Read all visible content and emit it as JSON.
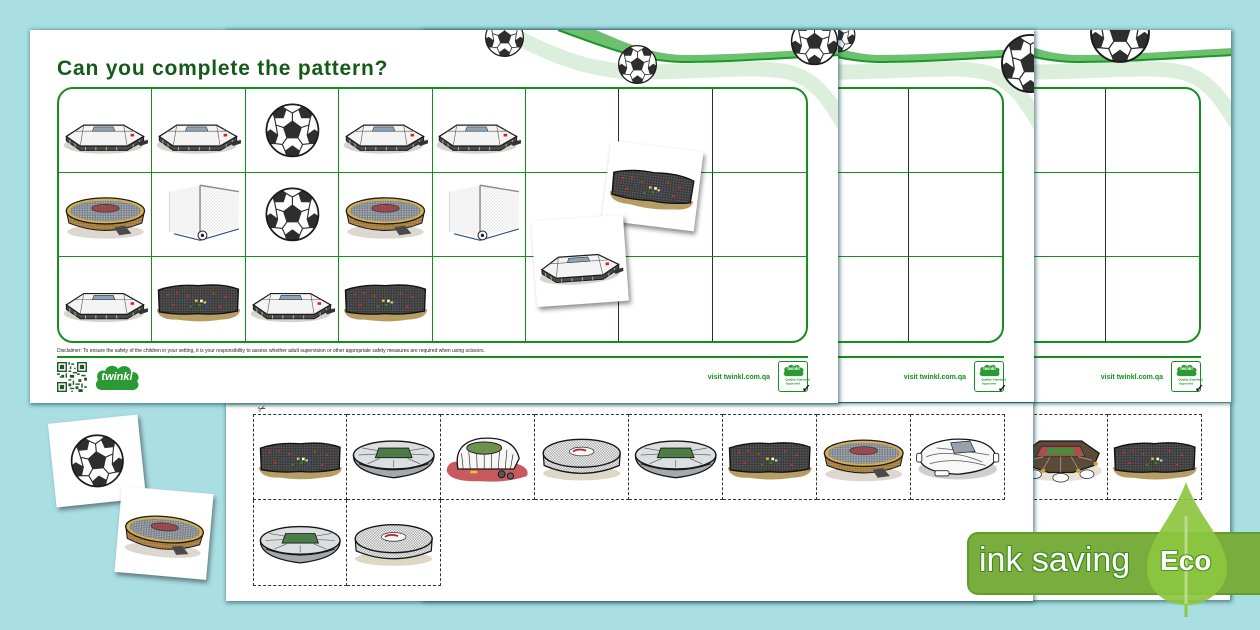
{
  "colors": {
    "background": "#a9dee3",
    "grid_green": "#13901c",
    "title_green": "#145a18",
    "eco_badge": "#79ad3d",
    "eco_leaf": "#8dc63f"
  },
  "worksheet_front": {
    "title": "Can you complete the pattern?",
    "pattern_grid": [
      [
        "flat-roof-stadium",
        "flat-roof-stadium",
        "soccer-ball",
        "flat-roof-stadium",
        "flat-roof-stadium",
        "",
        "",
        ""
      ],
      [
        "gold-bowl-stadium",
        "goal-net",
        "soccer-ball",
        "gold-bowl-stadium",
        "goal-net",
        "",
        "",
        ""
      ],
      [
        "flat-roof-stadium",
        "container-stadium",
        "flat-roof-stadium",
        "container-stadium",
        "",
        "",
        "",
        ""
      ]
    ],
    "disclaimer": "Disclaimer: To ensure the safety of the children in your setting, it is your responsibility to assess whether adult supervision or other appropriate safety measures are required when using scissors.",
    "brand_logo": "twinkl",
    "footer_link": "visit twinkl.com.qa",
    "quality_badge": {
      "brand": "twinkl",
      "line1": "Quality Standard",
      "line2": "Approved"
    }
  },
  "worksheet_middle": {
    "pattern_grid": [
      [
        "",
        "",
        "",
        "",
        "",
        "",
        "",
        ""
      ],
      [
        "",
        "",
        "",
        "",
        "",
        "",
        "",
        ""
      ],
      [
        "",
        "",
        "",
        "",
        "",
        "",
        "",
        ""
      ]
    ],
    "footer_link": "visit twinkl.com.qa",
    "quality_badge": {
      "brand": "twinkl",
      "line1": "Quality Standard",
      "line2": "Approved"
    }
  },
  "worksheet_back": {
    "pattern_grid": [
      [
        "",
        "",
        "",
        "",
        "",
        "",
        "",
        ""
      ],
      [
        "",
        "",
        "",
        "",
        "",
        "",
        "",
        ""
      ],
      [
        "",
        "",
        "",
        "",
        "",
        "",
        "",
        ""
      ]
    ],
    "footer_link": "visit twinkl.com.qa",
    "quality_badge": {
      "brand": "twinkl",
      "line1": "Quality Standard",
      "line2": "Approved"
    }
  },
  "placed_cards": [
    {
      "icon": "container-stadium"
    },
    {
      "icon": "flat-roof-stadium"
    }
  ],
  "loose_cards": [
    {
      "icon": "soccer-ball"
    },
    {
      "icon": "gold-bowl-stadium"
    }
  ],
  "cutout_sheet_front": {
    "scissors": "✂",
    "cells": [
      [
        "container-stadium",
        "grey-oval-stadium",
        "red-base-stadium",
        "white-dome-stadium",
        "grey-oval-stadium",
        "container-stadium",
        "gold-bowl-stadium",
        "white-wave-stadium"
      ],
      [
        "grey-oval-stadium",
        "white-dome-stadium"
      ]
    ]
  },
  "cutout_sheet_back": {
    "cells": [
      [
        "",
        "",
        "",
        "",
        "",
        "",
        "brown-octagon-stadium",
        "container-stadium"
      ]
    ]
  },
  "eco_badge": {
    "label": "ink saving",
    "tag": "Eco"
  }
}
